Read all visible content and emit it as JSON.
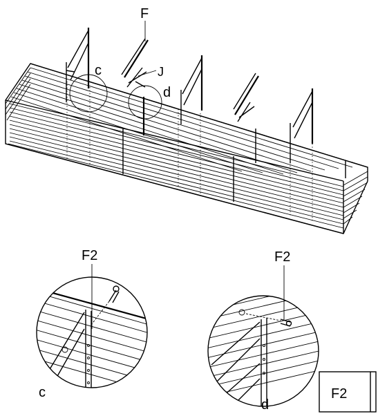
{
  "labels": {
    "part_f": "F",
    "part_j": "J",
    "detail_c_top": "c",
    "detail_d_top": "d",
    "detail_c_bottom": "c",
    "detail_d_bottom": "d",
    "bolt_left": "F2",
    "bolt_right": "F2",
    "legend_part": "F2"
  }
}
